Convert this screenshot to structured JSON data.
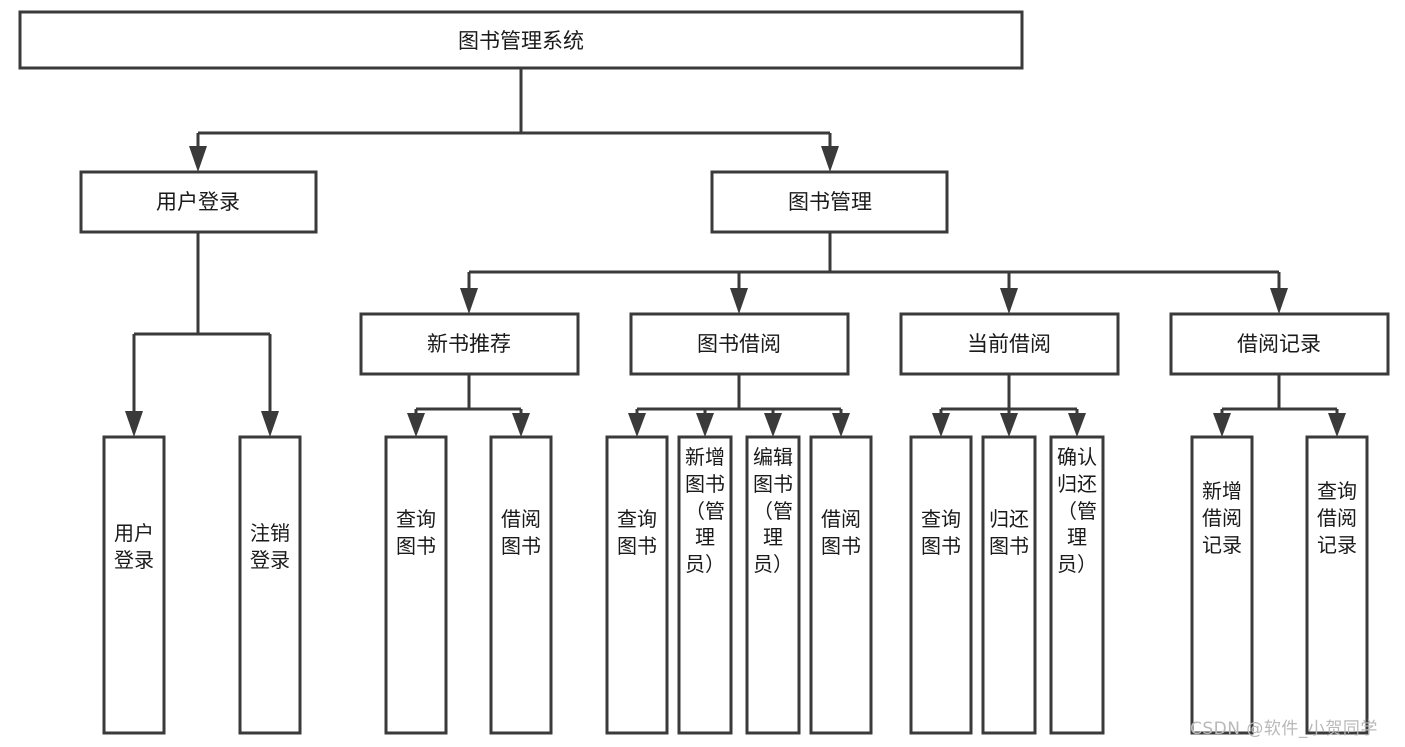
{
  "diagram": {
    "title": "图书管理系统",
    "type": "tree",
    "watermark": "CSDN @软件_小贺同学",
    "colors": {
      "box_stroke": "#3a3a3a",
      "box_fill": "#ffffff",
      "text": "#1a1a1a",
      "watermark": "#b9b9b9",
      "background": "#ffffff"
    },
    "root": {
      "label": "图书管理系统"
    },
    "level1": [
      {
        "label": "用户登录"
      },
      {
        "label": "图书管理"
      }
    ],
    "level2": [
      {
        "label": "新书推荐"
      },
      {
        "label": "图书借阅"
      },
      {
        "label": "当前借阅"
      },
      {
        "label": "借阅记录"
      }
    ],
    "leaves": {
      "user_login": [
        {
          "label": "用户登录"
        },
        {
          "label": "注销登录"
        }
      ],
      "new_book_recommend": [
        {
          "label": "查询图书"
        },
        {
          "label": "借阅图书"
        }
      ],
      "book_borrow": [
        {
          "label": "查询图书"
        },
        {
          "label": "新增图书（管理员）"
        },
        {
          "label": "编辑图书（管理员）"
        },
        {
          "label": "借阅图书"
        }
      ],
      "current_borrow": [
        {
          "label": "查询图书"
        },
        {
          "label": "归还图书"
        },
        {
          "label": "确认归还（管理员）"
        }
      ],
      "borrow_record": [
        {
          "label": "新增借阅记录"
        },
        {
          "label": "查询借阅记录"
        }
      ]
    }
  }
}
